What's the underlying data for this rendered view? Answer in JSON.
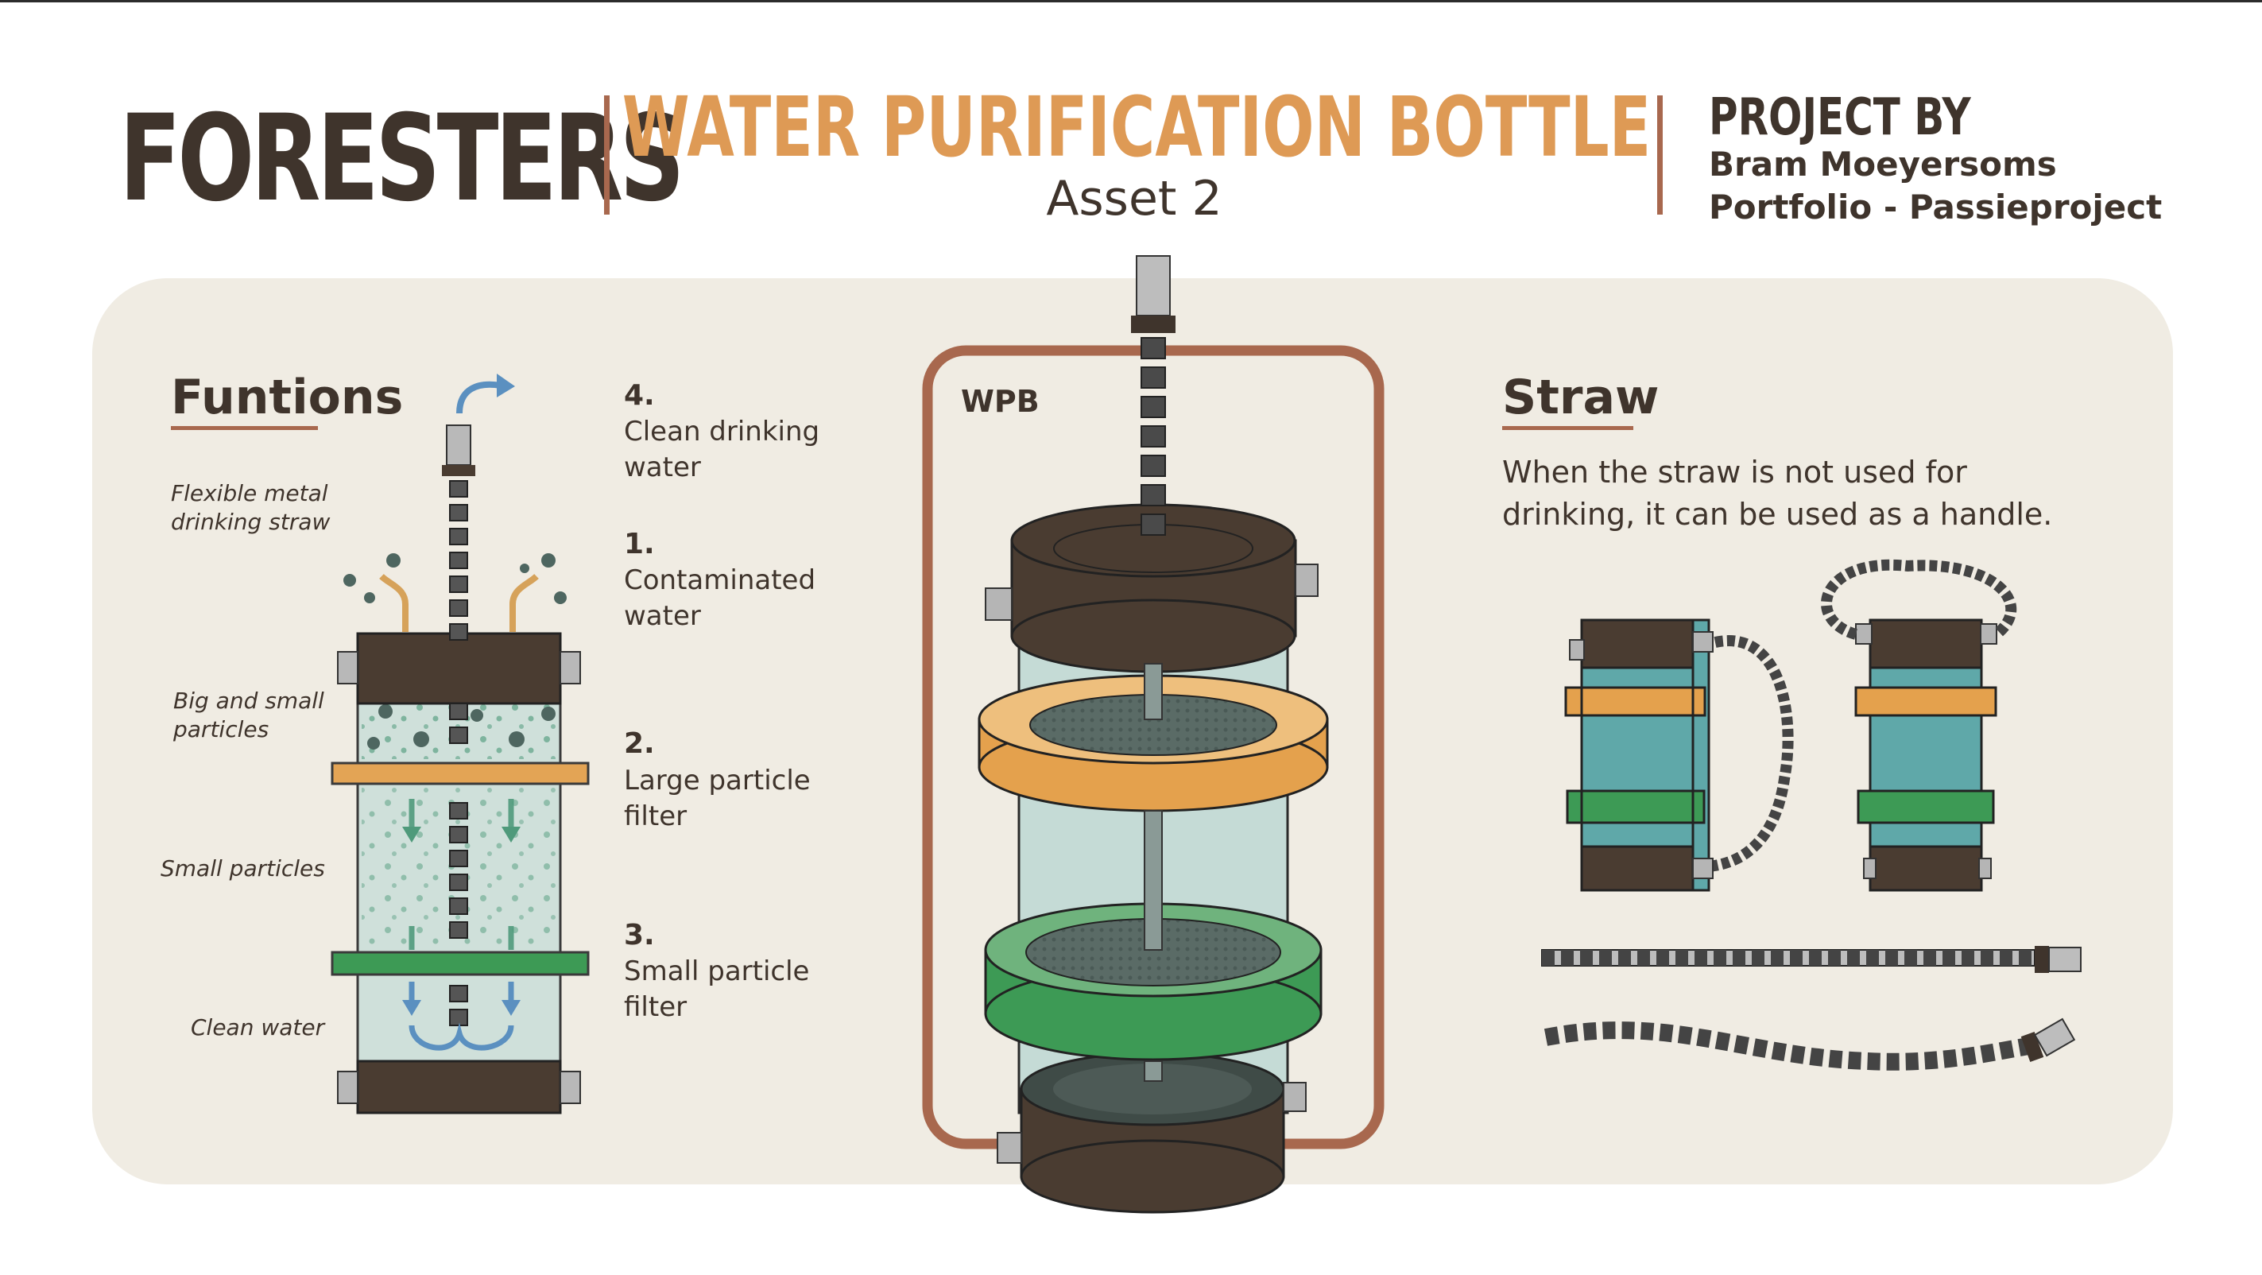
{
  "header": {
    "brand": "FORESTERS",
    "title": "WATER PURIFICATION BOTTLE",
    "subtitle": "Asset 2",
    "project_by": "PROJECT BY",
    "author": "Bram Moeyersoms",
    "portfolio": "Portfolio - Passieproject"
  },
  "functions": {
    "heading": "Funtions",
    "labels": {
      "straw": "Flexible metal drinking straw",
      "big_small": "Big and small particles",
      "small": "Small particles",
      "clean": "Clean water"
    },
    "steps": [
      {
        "num": "4.",
        "text": "Clean drinking water"
      },
      {
        "num": "1.",
        "text": "Contaminated water"
      },
      {
        "num": "2.",
        "text": "Large particle filter"
      },
      {
        "num": "3.",
        "text": "Small particle filter"
      }
    ]
  },
  "wpb": {
    "label": "WPB"
  },
  "straw": {
    "heading": "Straw",
    "text": "When the straw is not used for drinking, it can be used as a handle."
  },
  "colors": {
    "dark_brown": "#3f342c",
    "orange_title": "#de9a55",
    "accent_rust": "#a8684e",
    "panel_bg": "#f0ece3",
    "orange_ring": "#e4a14d",
    "green_ring": "#3d9a55",
    "teal_body": "#5fa8a9",
    "glass": "#c7dcd7"
  }
}
